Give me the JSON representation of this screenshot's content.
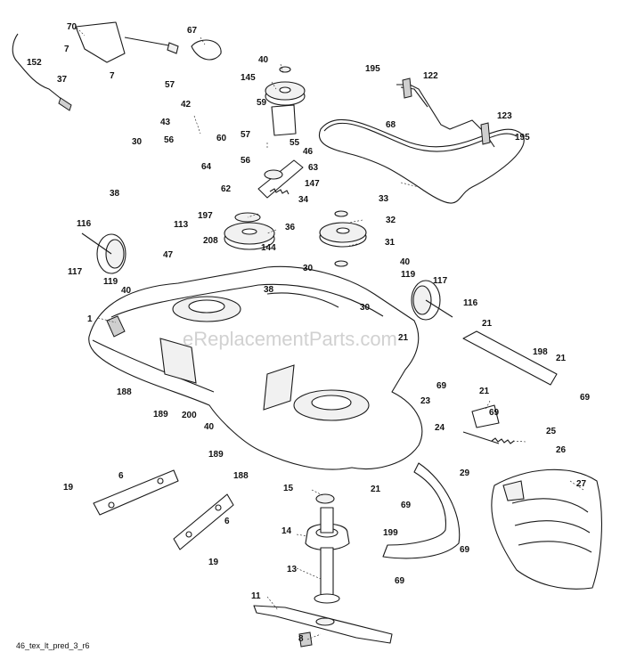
{
  "watermark": "eReplacementParts.com",
  "drawing_code": "46_tex_lt_pred_3_r6",
  "callouts": [
    "70",
    "67",
    "7",
    "152",
    "37",
    "7",
    "40",
    "145",
    "195",
    "122",
    "57",
    "42",
    "59",
    "68",
    "123",
    "195",
    "43",
    "60",
    "57",
    "55",
    "56",
    "46",
    "30",
    "56",
    "64",
    "63",
    "147",
    "38",
    "62",
    "197",
    "34",
    "33",
    "32",
    "116",
    "113",
    "208",
    "36",
    "31",
    "117",
    "47",
    "144",
    "40",
    "119",
    "117",
    "119",
    "40",
    "30",
    "38",
    "30",
    "116",
    "1",
    "21",
    "21",
    "198",
    "188",
    "189",
    "200",
    "40",
    "189",
    "188",
    "69",
    "21",
    "23",
    "69",
    "69",
    "24",
    "21",
    "25",
    "26",
    "29",
    "27",
    "6",
    "19",
    "6",
    "19",
    "15",
    "14",
    "199",
    "69",
    "69",
    "69",
    "13",
    "11",
    "8",
    "21"
  ],
  "colors": {
    "line": "#1a1a1a",
    "watermark": "#c9c9c9",
    "background": "#ffffff"
  }
}
